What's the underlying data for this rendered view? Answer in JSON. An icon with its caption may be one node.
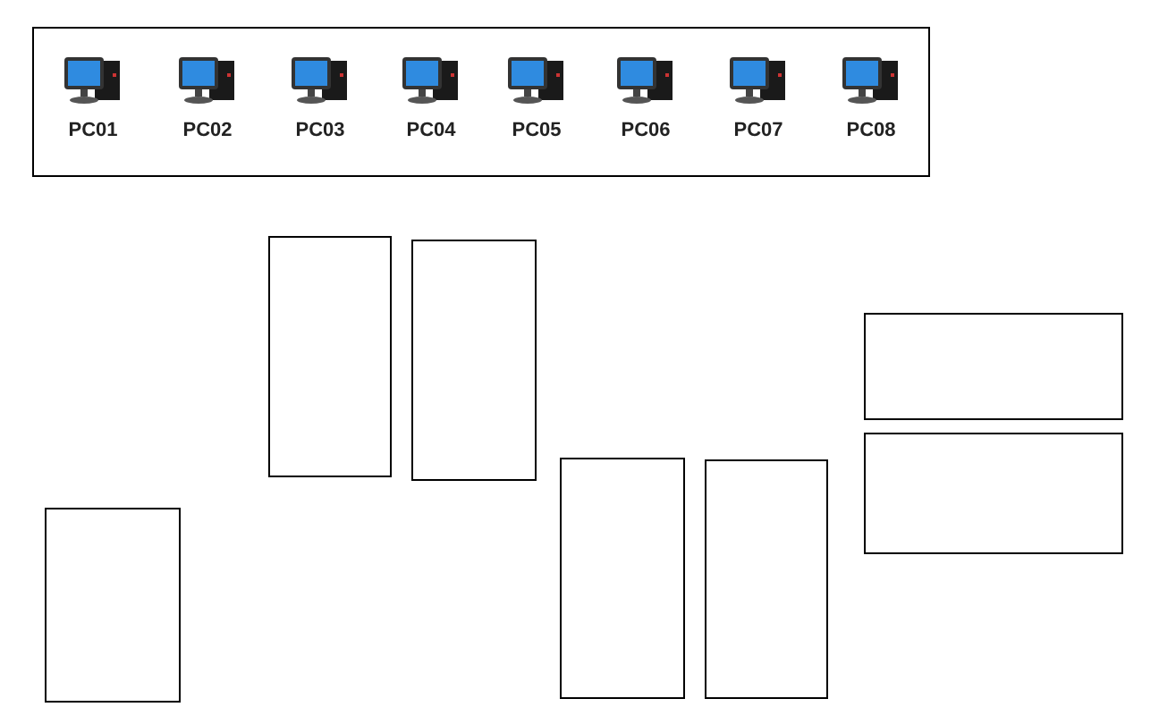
{
  "diagram": {
    "nodes": [
      {
        "text": [],
        "shape": "box"
      },
      {
        "text": [
          "PC01"
        ],
        "in": 0
      },
      {
        "text": [
          "PC02"
        ],
        "in": 0
      },
      {
        "text": [
          "PC03"
        ],
        "in": 0
      },
      {
        "text": [
          "PC04"
        ],
        "in": 0
      },
      {
        "text": [
          "PC05"
        ],
        "in": 0
      },
      {
        "text": [
          "PC06"
        ],
        "in": 0
      },
      {
        "text": [
          "PC07"
        ],
        "in": 0
      },
      {
        "text": [
          "PC08"
        ],
        "in": 0
      },
      {
        "text": [],
        "shape": "box"
      },
      {
        "text": [],
        "shape": "box"
      },
      {
        "text": [],
        "shape": "box"
      },
      {
        "text": [],
        "shape": "box"
      },
      {
        "text": [],
        "shape": "box"
      },
      {
        "text": [],
        "shape": "box"
      },
      {
        "text": [],
        "shape": "box"
      }
    ]
  }
}
